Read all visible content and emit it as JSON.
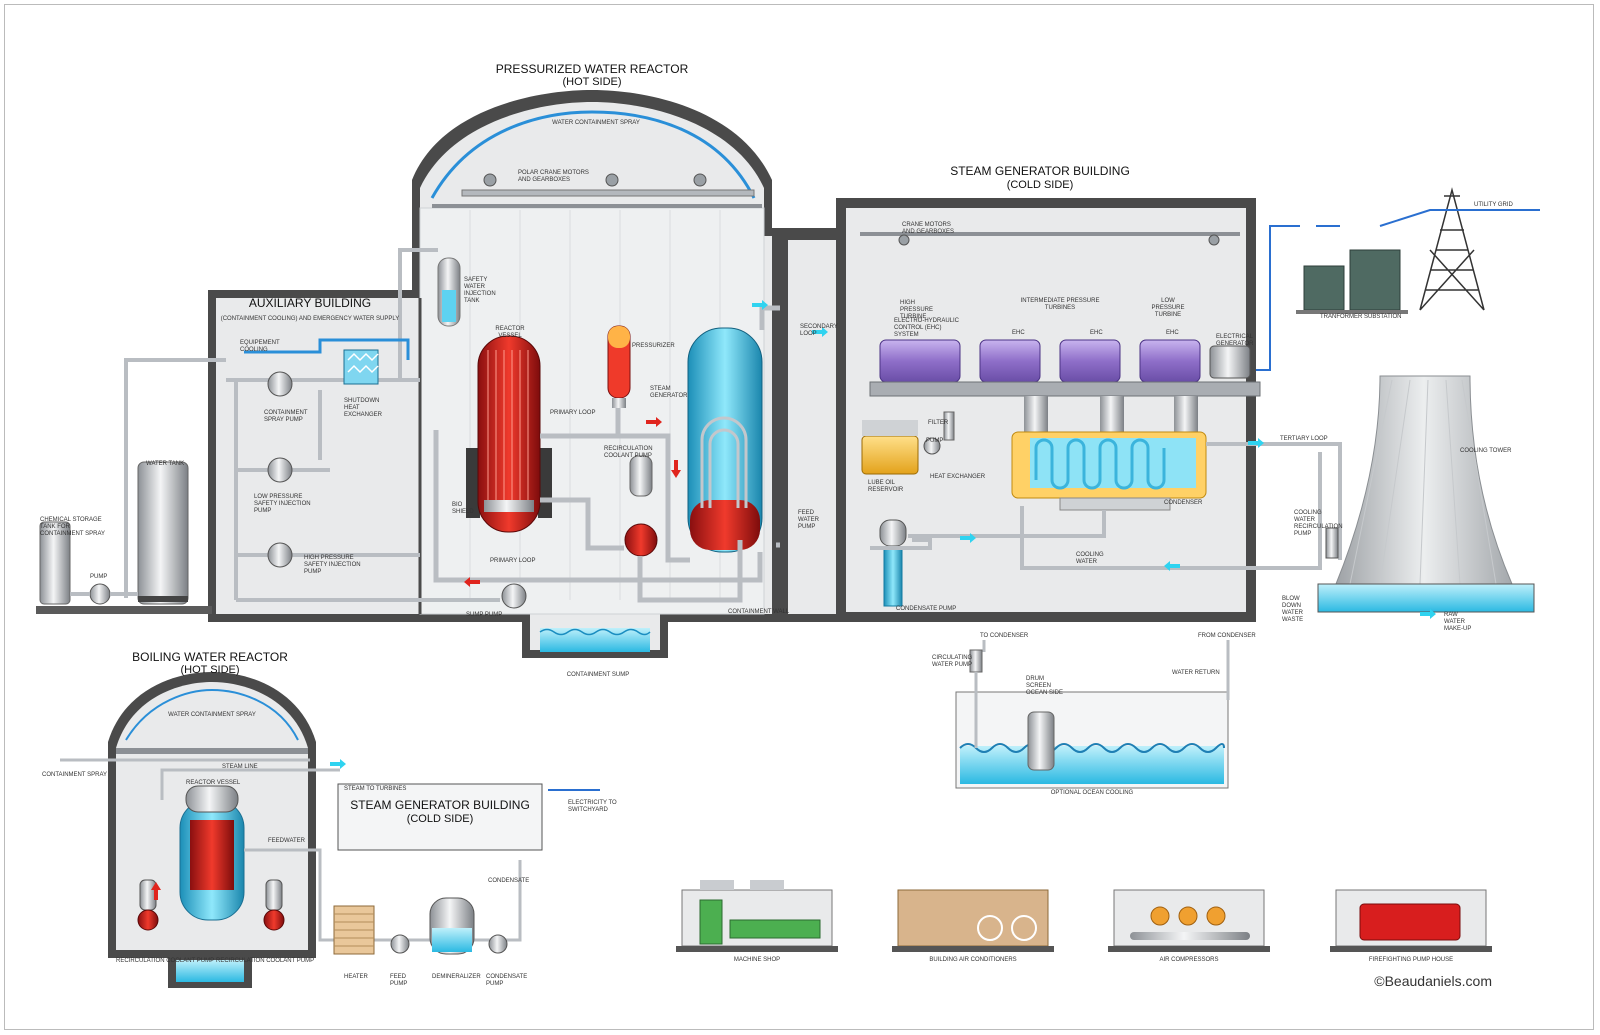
{
  "titles": {
    "pwr": "PRESSURIZED WATER REACTOR",
    "pwr_sub": "(HOT SIDE)",
    "sgb": "STEAM GENERATOR BUILDING",
    "sgb_sub": "(COLD SIDE)",
    "aux": "AUXILIARY BUILDING",
    "aux_sub": "(CONTAINMENT COOLING) AND EMERGENCY WATER SUPPLY",
    "bwr": "BOILING WATER REACTOR",
    "bwr_sub": "(HOT SIDE)",
    "bwr_sgb": "STEAM GENERATOR BUILDING",
    "bwr_sgb_sub": "(COLD SIDE)"
  },
  "labels": {
    "water_containment_spray": "WATER CONTAINMENT SPRAY",
    "polar_crane": "POLAR CRANE MOTORS AND GEARBOXES",
    "safety_injection_tank": "SAFETY WATER INJECTION TANK",
    "reactor_vessel": "REACTOR VESSEL",
    "pressurizer": "PRESSURIZER",
    "steam_generator": "STEAM GENERATOR",
    "primary_loop_top": "PRIMARY LOOP",
    "primary_loop_bottom": "PRIMARY LOOP",
    "recirculation_coolant_pump": "RECIRCULATION COOLANT PUMP",
    "bio_shield": "BIO SHIELD",
    "secondary_loop": "SECONDARY LOOP",
    "feed_water_pump": "FEED WATER PUMP",
    "containment_wall": "CONTAINMENT WALL",
    "sump_pump": "SUMP PUMP",
    "containment_sump": "CONTAINMENT SUMP",
    "equipment_cooling": "EQUIPEMENT COOLING",
    "shutdown_hx": "SHUTDOWN HEAT EXCHANGER",
    "containment_spray_pump": "CONTAINMENT SPRAY PUMP",
    "low_pressure_sip": "LOW PRESSURE SAFETY INJECTION PUMP",
    "high_pressure_sip": "HIGH PRESSURE SAFETY INJECTION PUMP",
    "water_tank": "WATER TANK",
    "chemical_tank": "CHEMICAL STORAGE TANK FOR CONTAINMENT SPRAY",
    "pump": "PUMP",
    "crane_motors": "CRANE MOTORS AND GEARBOXES",
    "hp_turbine": "HIGH PRESSURE TURBINE",
    "ehc_system": "ELECTRO-HYDRAULIC CONTROL (EHC) SYSTEM",
    "ip_turbines": "INTERMEDIATE PRESSURE TURBINES",
    "lp_turbine": "LOW PRESSURE TURBINE",
    "ehc_1": "EHC",
    "ehc_2": "EHC",
    "ehc_3": "EHC",
    "electrical_generator": "ELECTRICAL GENERATOR",
    "filter": "FILTER",
    "sg_pump": "PUMP",
    "heat_exchanger": "HEAT EXCHANGER",
    "lube_oil": "LUBE OIL RESERVOIR",
    "condenser": "CONDENSER",
    "cooling_water": "COOLING WATER",
    "condensate_pump": "CONDENSATE PUMP",
    "tertiary_loop": "TERTIARY LOOP",
    "utility_grid": "UTILITY GRID",
    "transformer_substation": "TRANFORMER SUBSTATION",
    "cooling_tower": "COOLING TOWER",
    "cooling_water_recirc_pump": "COOLING WATER RECIRCULATION PUMP",
    "blow_down": "BLOW DOWN WATER WASTE",
    "raw_water": "RAW WATER MAKE-UP",
    "to_condenser": "TO CONDENSER",
    "from_condenser": "FROM CONDENSER",
    "circulating_pump": "CIRCULATING WATER PUMP",
    "drum_screen": "DRUM SCREEN OCEAN SIDE",
    "water_return": "WATER RETURN",
    "ocean_cooling": "OPTIONAL OCEAN COOLING",
    "bwr_spray": "WATER CONTAINMENT SPRAY",
    "containment_spray": "CONTAINMENT SPRAY",
    "steam_line": "STEAM LINE",
    "bwr_reactor_vessel": "REACTOR VESSEL",
    "steam_to_turbines": "STEAM TO TURBINES",
    "electricity_switchyard": "ELECTRICITY TO SWITCHYARD",
    "feedwater": "FEEDWATER",
    "condensate": "CONDENSATE",
    "recirc_pump_left": "RECIRCULATION COOLANT PUMP",
    "recirc_pump_right": "RECIRCULATION COOLANT PUMP",
    "heater": "HEATER",
    "feed_pump": "FEED PUMP",
    "demineralizer": "DEMINERALIZER",
    "bwr_condensate_pump": "CONDENSATE PUMP",
    "machine_shop": "MACHINE SHOP",
    "air_conditioners": "BUILDING AIR CONDITIONERS",
    "air_compressors": "AIR COMPRESSORS",
    "firefighting": "FIREFIGHTING PUMP HOUSE"
  },
  "copyright": "©Beaudaniels.com",
  "colors": {
    "wall": "#4a4a4a",
    "room": "#e9eaeb",
    "pipe": "#b9bdc2",
    "water": "#33c5e8",
    "hot": "#d81e1e",
    "turbine": "#9b7fd0",
    "arrow_cold": "#2fd3f0",
    "arrow_hot": "#e0241d"
  }
}
